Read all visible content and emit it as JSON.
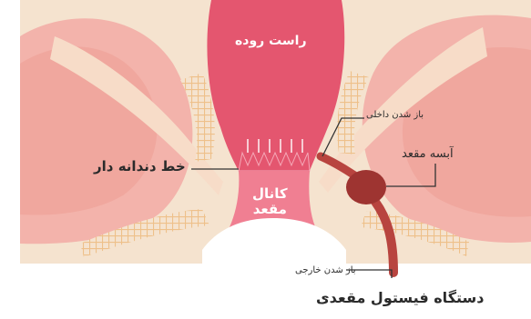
{
  "labels": {
    "rectum": "راست روده",
    "anal_canal_line1": "کانال",
    "anal_canal_line2": "مقعد",
    "dentate_line": "خط دندانه دار",
    "internal_opening": "باز شدن داخلی",
    "anal_abscess": "آبسه مقعد",
    "external_opening": "باز شدن خارجی",
    "fistula_system": "دستگاه فیستول مقعدی"
  },
  "colors": {
    "background": "#ffffff",
    "tissue": "#f5e3cf",
    "muscle": "#f3b3ab",
    "rectum": "#e4566f",
    "canal": "#f07f92",
    "fistula": "#b8443f",
    "abscess": "#9e3431",
    "net": "#eec08a",
    "leader": "#333333"
  }
}
